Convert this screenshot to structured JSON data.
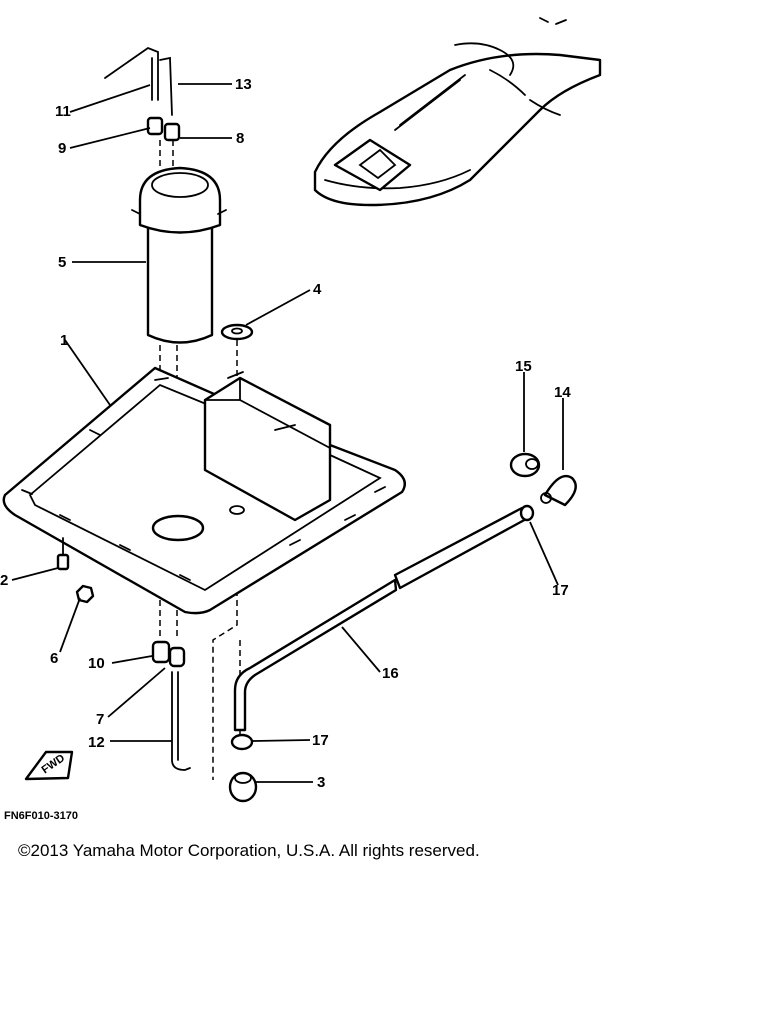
{
  "diagram": {
    "figure_code": "FN6F010-3170",
    "front_marker": "FWD",
    "callouts": {
      "c1": "1",
      "c2": "2",
      "c3": "3",
      "c4": "4",
      "c5": "5",
      "c6": "6",
      "c7": "7",
      "c8": "8",
      "c9": "9",
      "c10": "10",
      "c11": "11",
      "c12": "12",
      "c13": "13",
      "c14": "14",
      "c15": "15",
      "c16": "16",
      "c17a": "17",
      "c17b": "17"
    }
  },
  "footer": {
    "copyright": "©2013 Yamaha Motor Corporation, U.S.A. All rights reserved."
  },
  "colors": {
    "ink": "#000000",
    "background": "#ffffff"
  }
}
